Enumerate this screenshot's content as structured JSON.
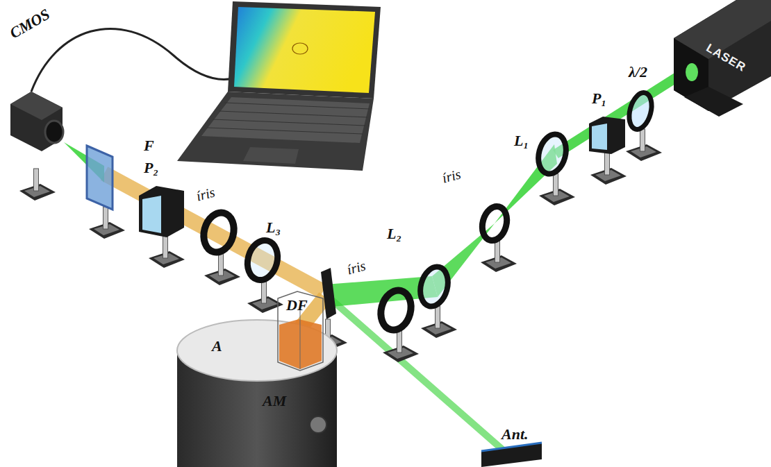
{
  "diagram": {
    "nodes": [
      {
        "text": [
          "LASER"
        ]
      }
    ],
    "labels": [
      "CMOS",
      "F",
      "P₂",
      "íris",
      "L₃",
      "DF",
      "íris",
      "L₂",
      "íris",
      "L₁",
      "P₁",
      "λ/2",
      "A",
      "AM",
      "Ant."
    ]
  }
}
